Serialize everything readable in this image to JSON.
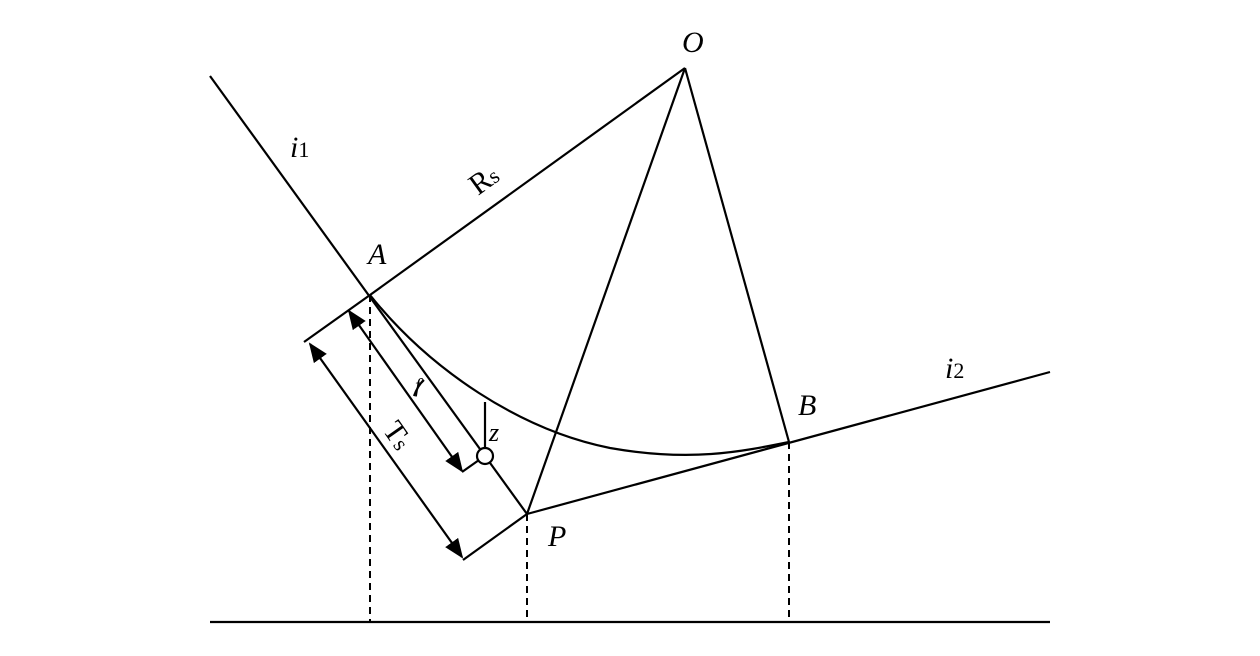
{
  "labels": {
    "O": "O",
    "A": "A",
    "B": "B",
    "P": "P",
    "i1": "i",
    "i1_sub": "1",
    "i2": "i",
    "i2_sub": "2",
    "Rs": "R",
    "Rs_sub": "s",
    "Ts": "T",
    "Ts_sub": "s",
    "f": "f",
    "z": "z"
  },
  "colors": {
    "line": "#000000",
    "background": "#ffffff"
  }
}
